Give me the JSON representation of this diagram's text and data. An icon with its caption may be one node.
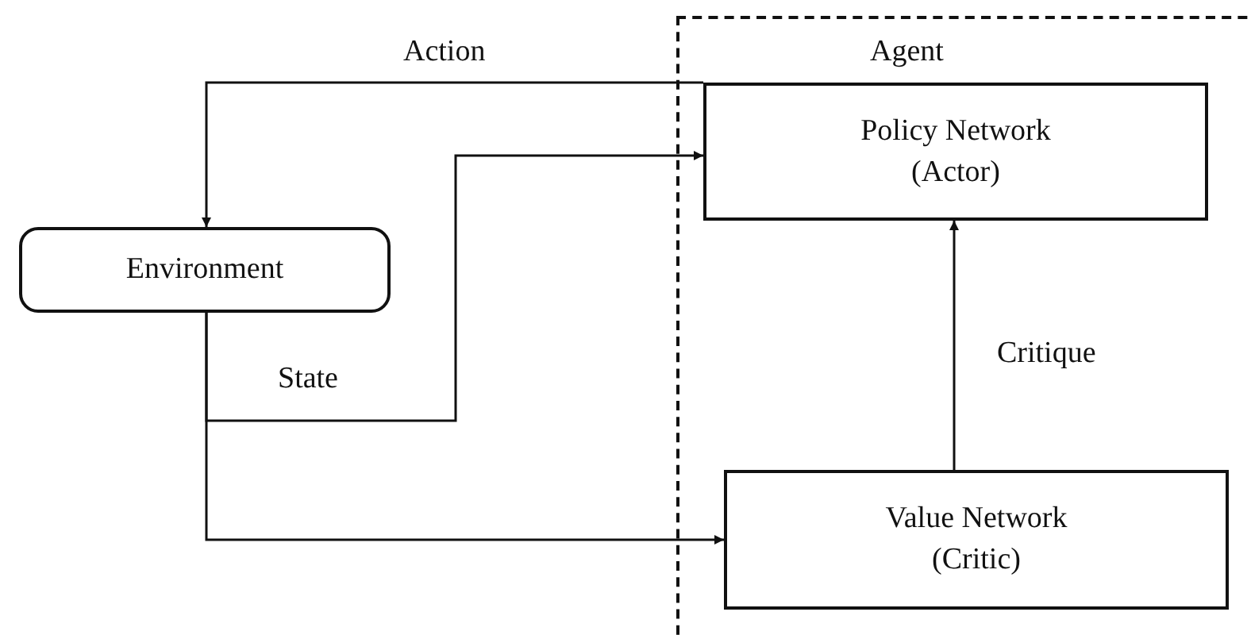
{
  "diagram": {
    "nodes": [
      {
        "text": [
          "Agent"
        ]
      },
      {
        "text": [
          "Policy Network (Actor)"
        ],
        "in": 0
      },
      {
        "text": [
          "Environment"
        ]
      },
      {
        "text": [
          "Value Network (Critic)"
        ],
        "in": 0
      }
    ],
    "edges": [
      {
        "from": 1,
        "to": 2,
        "arrow": "to",
        "label": "Action"
      },
      {
        "from": 2,
        "to": 1,
        "arrow": "to",
        "label": "State"
      },
      {
        "from": 2,
        "to": 3,
        "arrow": "to"
      },
      {
        "from": 3,
        "to": 1,
        "arrow": "to",
        "label": "Critique"
      }
    ]
  }
}
